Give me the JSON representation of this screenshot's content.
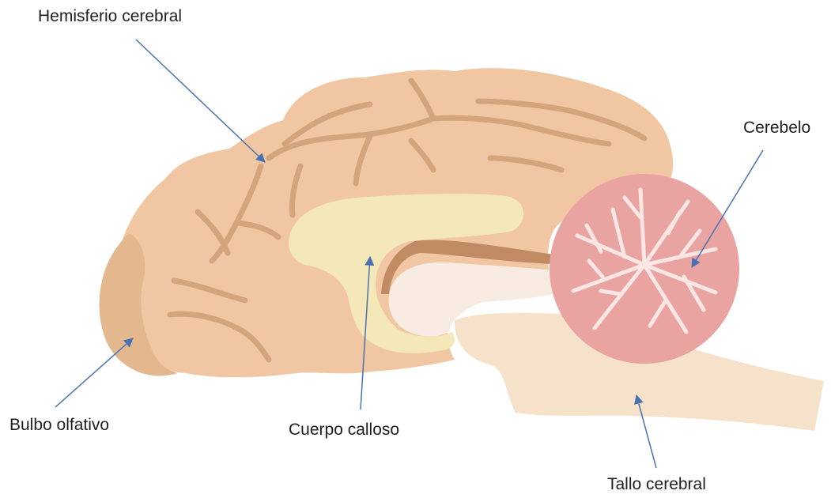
{
  "labels": {
    "hemisferio": "Hemisferio cerebral",
    "cerebelo": "Cerebelo",
    "bulbo": "Bulbo olfativo",
    "cuerpo": "Cuerpo calloso",
    "tallo": "Tallo cerebral"
  },
  "colors": {
    "cortex": "#f1c7a3",
    "cortex_dark": "#e5b78e",
    "sulcus": "#d4a47c",
    "olfactory_bulb": "#e3b88f",
    "corpus_callosum": "#f4e7b8",
    "thalamus": "#f8ece2",
    "stem": "#f6e1cb",
    "cerebellum": "#e9a3a1",
    "cerebellum_lines": "#fbe6e3",
    "brown_band": "#c08a62",
    "arrow": "#4a72b0",
    "label_text": "#1f1f1f"
  }
}
